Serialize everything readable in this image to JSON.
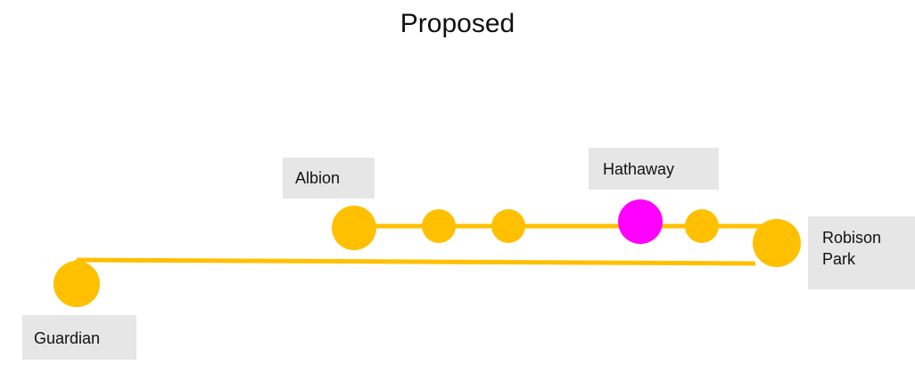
{
  "title": "Proposed",
  "colors": {
    "line": "#ffc000",
    "station": "#ffc000",
    "highlight_station": "#ff00ff",
    "label_bg": "#e6e6e6"
  },
  "labels": {
    "albion": "Albion",
    "hathaway": "Hathaway",
    "robison_line1": "Robison",
    "robison_line2": "Park",
    "guardian": "Guardian"
  }
}
